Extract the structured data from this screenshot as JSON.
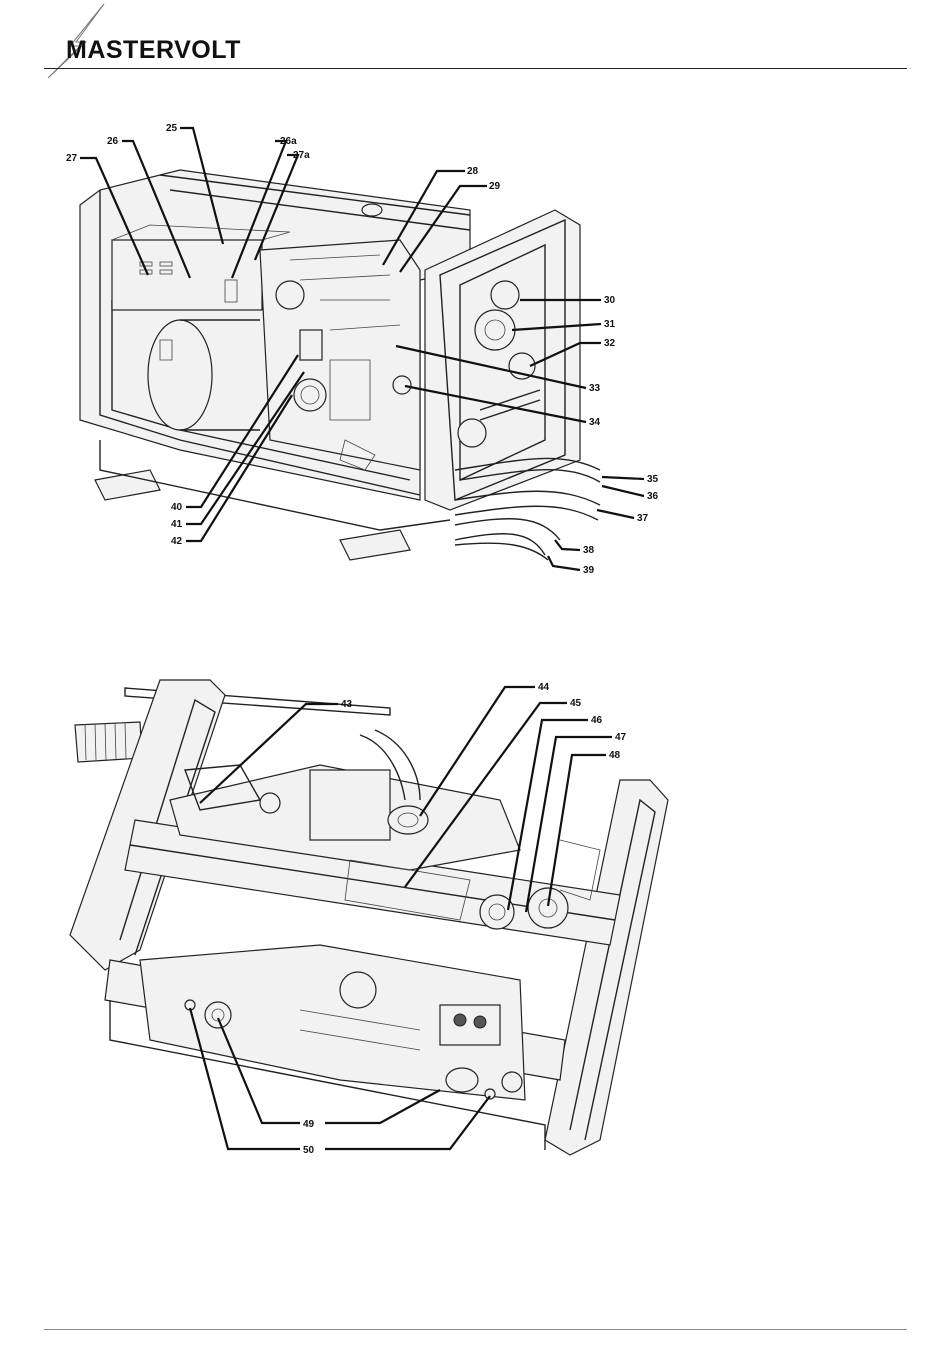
{
  "brand": {
    "name": "MASTERVOLT"
  },
  "figure_top": {
    "callouts": [
      "25",
      "26",
      "26a",
      "27",
      "27a",
      "28",
      "29",
      "30",
      "31",
      "32",
      "33",
      "34",
      "35",
      "36",
      "37",
      "38",
      "39",
      "40",
      "41",
      "42"
    ]
  },
  "figure_bottom": {
    "callouts": [
      "43",
      "44",
      "45",
      "46",
      "47",
      "48",
      "49",
      "50"
    ]
  }
}
